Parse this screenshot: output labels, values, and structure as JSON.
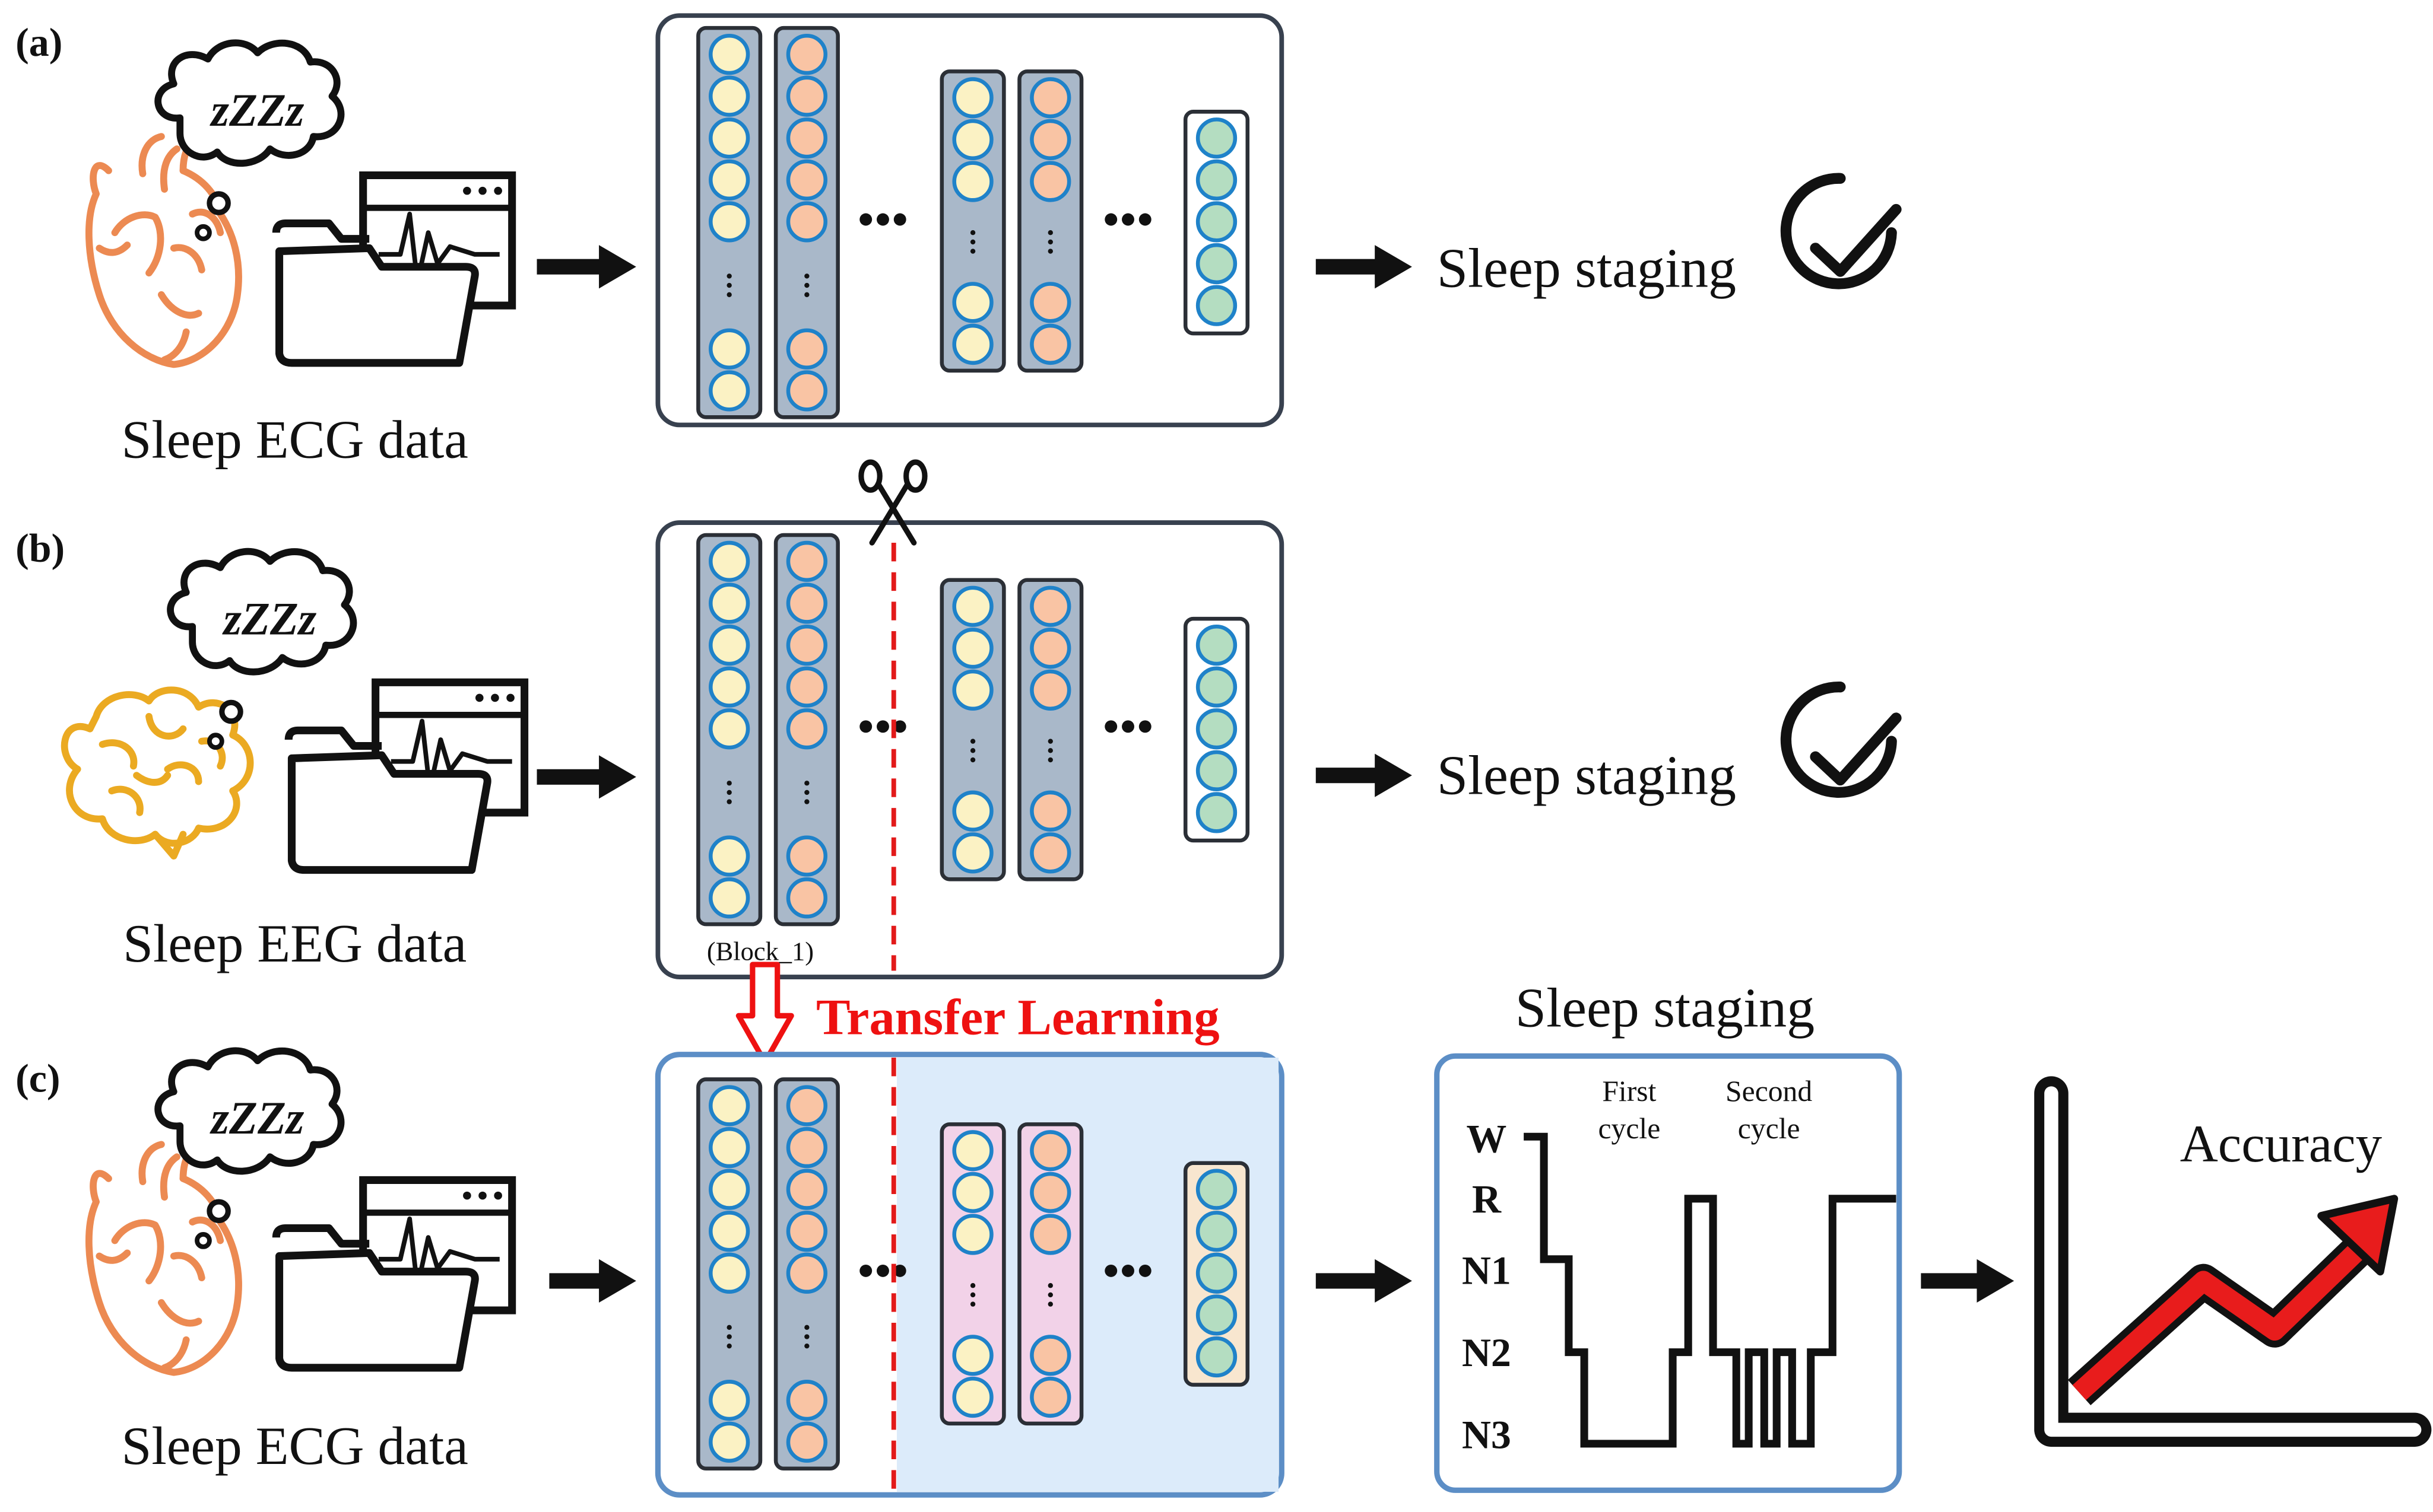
{
  "panels": {
    "a": {
      "label": "(a)",
      "data_caption": "Sleep ECG data",
      "output_text": "Sleep staging"
    },
    "b": {
      "label": "(b)",
      "data_caption": "Sleep EEG data",
      "output_text": "Sleep staging",
      "block_label": "(Block_1)"
    },
    "c": {
      "label": "(c)",
      "data_caption": "Sleep ECG data",
      "hypnogram_title": "Sleep staging",
      "accuracy_label": "Accuracy"
    }
  },
  "transfer_label": "Transfer Learning",
  "snore_text": "zZZz",
  "ellipsis": "•••",
  "hypnogram": {
    "stage_labels": [
      "W",
      "R",
      "N1",
      "N2",
      "N3"
    ],
    "cycle_labels": {
      "first": [
        "First",
        "cycle"
      ],
      "second": [
        "Second",
        "cycle"
      ]
    }
  },
  "colors": {
    "layer_fill": "#a9b8c9",
    "cream_node": "#fbf2c4",
    "peach_node": "#f9c4a4",
    "green_node": "#b4ddc1",
    "pink_layer": "#f2d2e8",
    "node_border": "#1f82c9",
    "panel_c_bg": "#dcebfa",
    "panel_c_border": "#5c8ec6",
    "heart": "#ec8a52",
    "brain": "#ebaa22",
    "transfer_red": "#ee1111",
    "accuracy_red": "#e81c1c"
  }
}
